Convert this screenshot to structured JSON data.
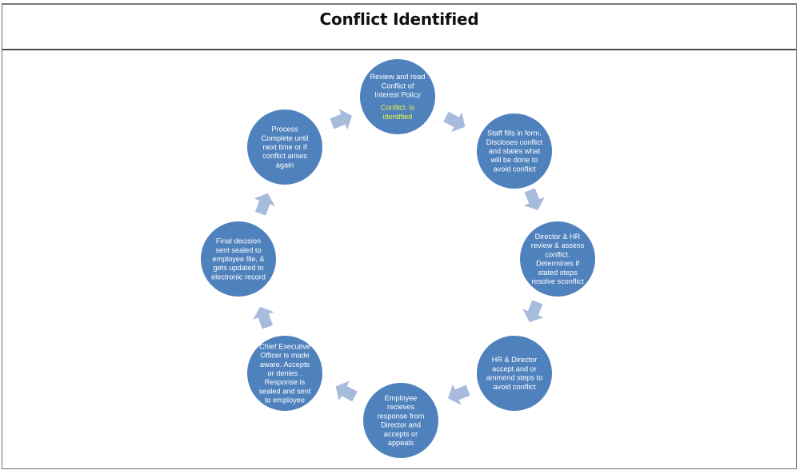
{
  "page": {
    "title": "Conflict Identified"
  },
  "colors": {
    "node_fill": "#4f81bd",
    "arrow_fill": "#a7bbdc",
    "highlight_text": "#e8f542",
    "border": "#6e6e6e"
  },
  "cycle": {
    "nodes": [
      {
        "id": "review-policy",
        "lines": [
          "Review and read",
          "Conflict of",
          "Interest Policy"
        ],
        "highlight_lines": [
          "Conflict. is",
          "identified"
        ]
      },
      {
        "id": "staff-fills-form",
        "lines": [
          "Staff fills in form.",
          "Discloses conflict",
          "and states what",
          "will be done to",
          "avoid conflict"
        ],
        "highlight_lines": []
      },
      {
        "id": "director-hr-review",
        "lines": [
          "Director & HR",
          "review & assess",
          "conflict.",
          "Determines if",
          "stated steps",
          "resolve sconflict"
        ],
        "highlight_lines": []
      },
      {
        "id": "hr-director-accept",
        "lines": [
          "HR & Director",
          "accept and or",
          "ammend steps to",
          "avoid conflict"
        ],
        "highlight_lines": []
      },
      {
        "id": "employee-receives",
        "lines": [
          "Employee",
          "recieves",
          "response  from",
          "Director and",
          "accepts or",
          "appeals"
        ],
        "highlight_lines": []
      },
      {
        "id": "ceo-aware",
        "lines": [
          "Chief Executive",
          "Officer is made",
          "aware.  Accepts",
          "or denies .",
          "Response is",
          "sealed and sent",
          "to employee"
        ],
        "highlight_lines": []
      },
      {
        "id": "final-decision",
        "lines": [
          "Final decision",
          "sent sealed to",
          "employee file, &",
          "gets updated to",
          "electronic record"
        ],
        "highlight_lines": []
      },
      {
        "id": "process-complete",
        "lines": [
          "Process",
          "Complete until",
          "next time or if",
          "conflict arises",
          "again"
        ],
        "highlight_lines": []
      }
    ]
  }
}
